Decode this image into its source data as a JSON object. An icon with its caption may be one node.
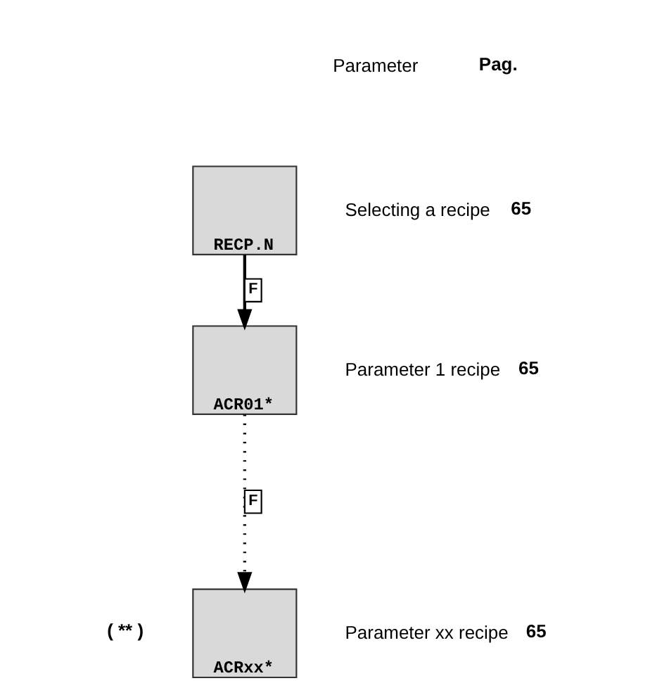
{
  "diagram": {
    "nodes": [
      {
        "text": [
          "RECP.N"
        ],
        "beside": [
          "Selecting a recipe",
          "65"
        ]
      },
      {
        "text": [
          "ACR01*"
        ],
        "beside": [
          "Parameter 1 recipe",
          "65"
        ]
      },
      {
        "text": [
          "ACRxx*"
        ],
        "beside": [
          "( ** )",
          "Parameter xx recipe",
          "65"
        ]
      }
    ],
    "edges": [
      {
        "from": 0,
        "to": 1,
        "arrow": "to",
        "label": "F"
      },
      {
        "from": 1,
        "to": 2,
        "arrow": "to",
        "label": "F",
        "style": "dashed"
      }
    ],
    "labels": [
      "Parameter",
      "Pag."
    ]
  }
}
